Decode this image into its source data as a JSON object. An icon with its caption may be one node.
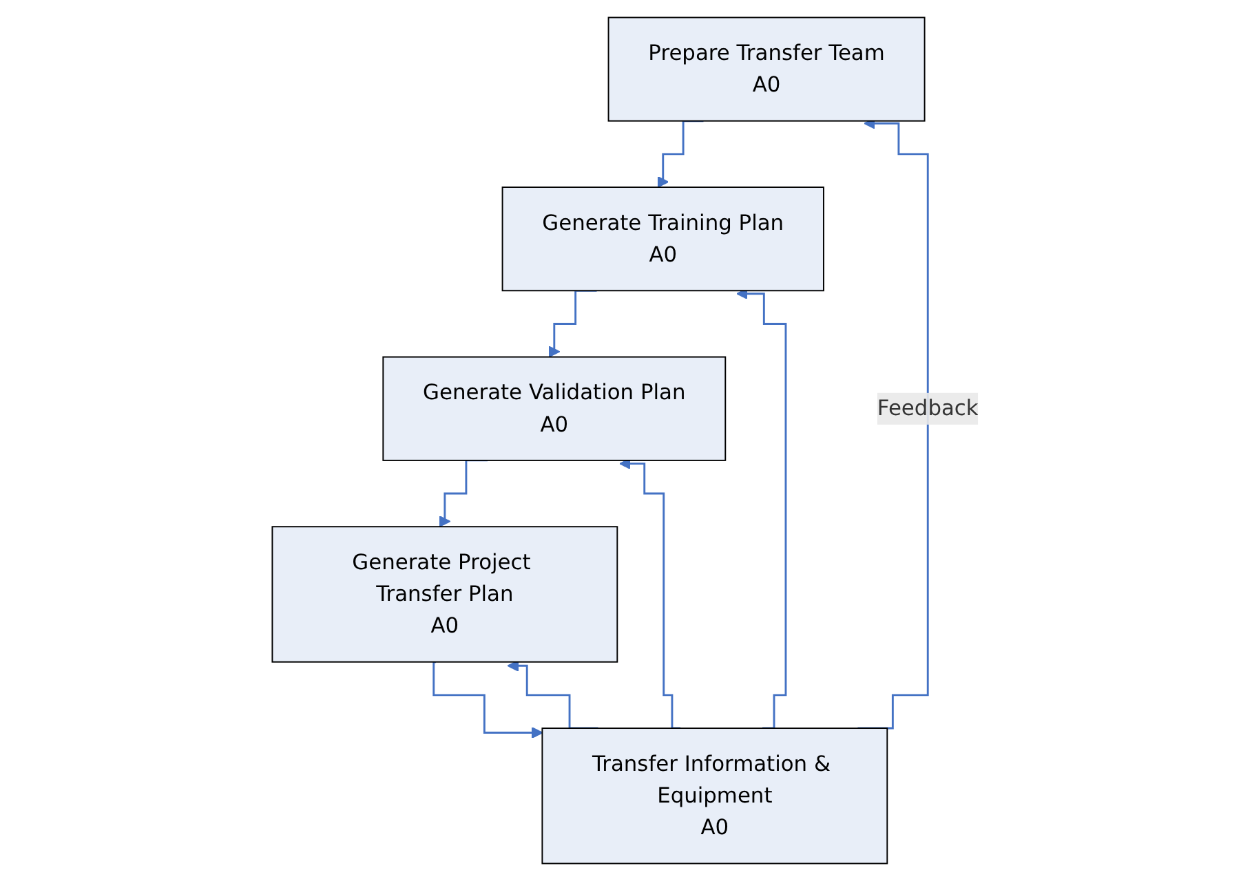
{
  "diagram": {
    "nodes": [
      {
        "text": [
          "Prepare Transfer Team",
          "A0"
        ]
      },
      {
        "text": [
          "Generate Training Plan",
          "A0"
        ]
      },
      {
        "text": [
          "Generate Validation Plan",
          "A0"
        ]
      },
      {
        "text": [
          "Generate Project Transfer Plan",
          "A0"
        ]
      },
      {
        "text": [
          "Transfer Information & Equipment",
          "A0"
        ]
      }
    ],
    "edges": [
      {
        "from": 0,
        "to": 1,
        "arrow": "to"
      },
      {
        "from": 1,
        "to": 2,
        "arrow": "to"
      },
      {
        "from": 2,
        "to": 3,
        "arrow": "to"
      },
      {
        "from": 3,
        "to": 4,
        "arrow": "to"
      },
      {
        "from": 4,
        "to": 0,
        "arrow": "to",
        "label": "Feedback"
      },
      {
        "from": 4,
        "to": 1,
        "arrow": "to"
      },
      {
        "from": 4,
        "to": 2,
        "arrow": "to"
      },
      {
        "from": 4,
        "to": 3,
        "arrow": "to"
      }
    ]
  }
}
